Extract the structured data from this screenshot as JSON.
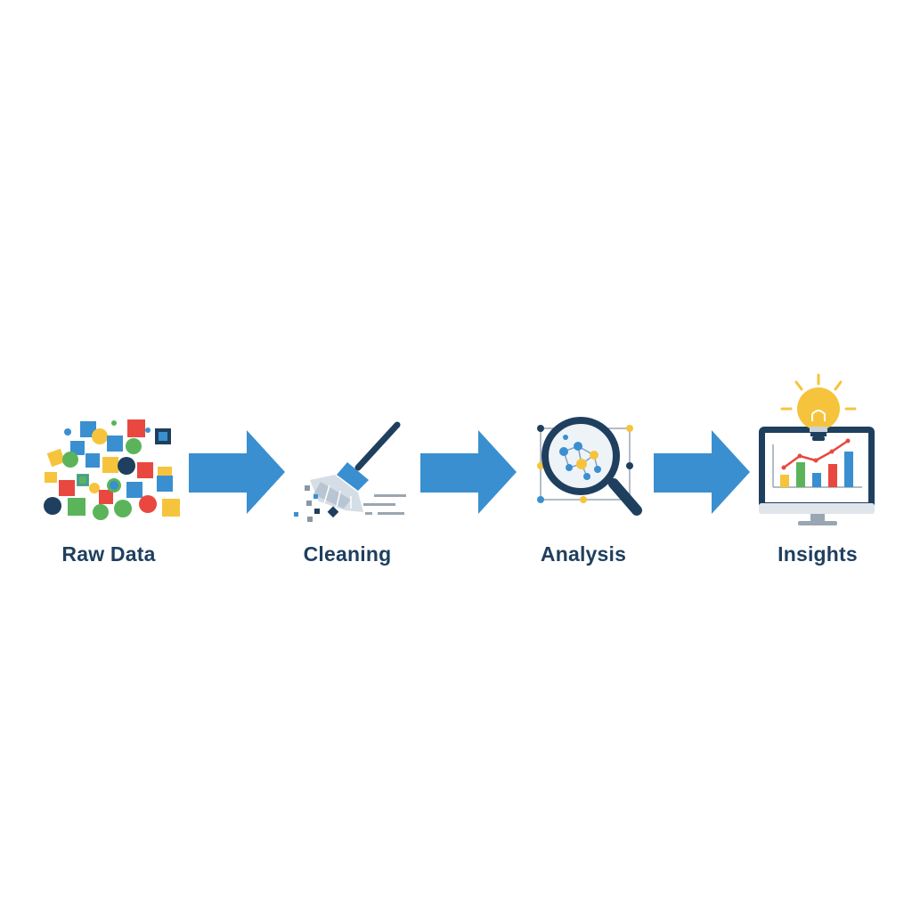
{
  "steps": [
    {
      "label": "Raw Data",
      "icon": "scattered-data-icon"
    },
    {
      "label": "Cleaning",
      "icon": "broom-icon"
    },
    {
      "label": "Analysis",
      "icon": "magnifier-network-icon"
    },
    {
      "label": "Insights",
      "icon": "monitor-lightbulb-chart-icon"
    }
  ],
  "colors": {
    "blue": "#3a8fd0",
    "navy": "#1f3f5e",
    "red": "#e8483f",
    "green": "#5bb45a",
    "yellow": "#f6c43c",
    "arrow": "#3a8fd0"
  }
}
